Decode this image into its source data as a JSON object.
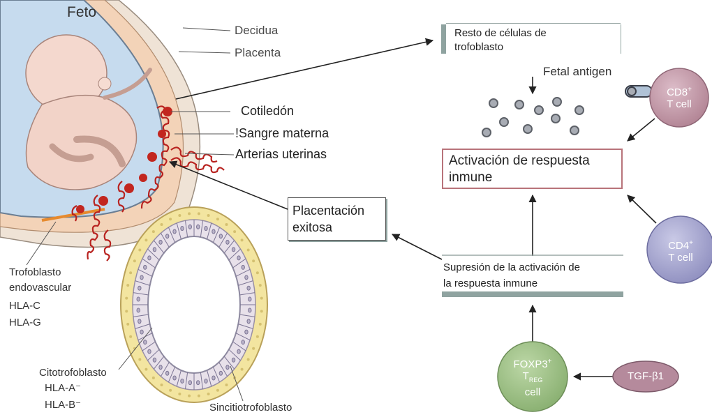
{
  "fetus_label": "Feto",
  "anatomy_labels": {
    "decidua": "Decidua",
    "placenta": "Placenta",
    "cotiledon": "Cotiledón",
    "sangre_materna": "!Sangre materna",
    "arterias_uterinas": "Arterias uterinas"
  },
  "trophoblast_endovascular": {
    "line1": "Trofoblasto",
    "line2": "endovascular",
    "hla1": "HLA-C",
    "hla2": "HLA-G"
  },
  "citotrofoblasto": {
    "title": "Citotrofoblasto",
    "hla1": "HLA-A⁻",
    "hla2": "HLA-B⁻"
  },
  "sincitiotrofoblasto": "Sincitiotrofoblasto",
  "boxes": {
    "resto_line1": "Resto de células de",
    "resto_line2": "trofoblasto",
    "fetal_antigen": "Fetal antigen",
    "activacion_line1": "Activación de respuesta",
    "activacion_line2": "inmune",
    "placentacion_line1": "Placentación",
    "placentacion_line2": "exitosa",
    "supresion_line1": "Supresión de la activación de",
    "supresion_line2": "la respuesta inmune"
  },
  "cells": {
    "cd8": {
      "name": "CD8",
      "sup": "+",
      "sub": "T cell"
    },
    "cd4": {
      "name": "CD4",
      "sup": "+",
      "sub": "T cell"
    },
    "foxp3": {
      "name": "FOXP3",
      "sup": "+",
      "t": "T",
      "reg": "REG",
      "sub": "cell"
    },
    "tgf": "TGF-β1"
  },
  "colors": {
    "cd8_fill": "#c39aa8",
    "cd4_fill": "#a8a8cf",
    "foxp3_fill": "#9fc08a",
    "tgf_fill": "#b58a9c",
    "activacion_border": "#b8737a",
    "placenta_fill": "#f3d8c0",
    "uterus_fill": "#c7dcef",
    "spiral_red": "#b8221f"
  }
}
